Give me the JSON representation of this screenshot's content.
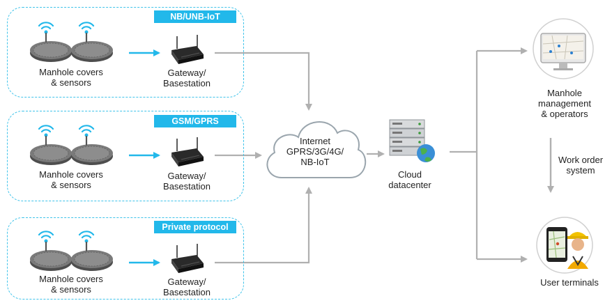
{
  "groups": [
    {
      "protocol": "NB/UNB-IoT",
      "sensors_label_1": "Manhole covers",
      "sensors_label_2": "& sensors",
      "gateway_label_1": "Gateway/",
      "gateway_label_2": "Basestation"
    },
    {
      "protocol": "GSM/GPRS",
      "sensors_label_1": "Manhole covers",
      "sensors_label_2": "& sensors",
      "gateway_label_1": "Gateway/",
      "gateway_label_2": "Basestation"
    },
    {
      "protocol": "Private protocol",
      "sensors_label_1": "Manhole covers",
      "sensors_label_2": "& sensors",
      "gateway_label_1": "Gateway/",
      "gateway_label_2": "Basestation"
    }
  ],
  "cloud": {
    "line1": "Internet",
    "line2": "GPRS/3G/4G/",
    "line3": "NB-IoT"
  },
  "datacenter": {
    "line1": "Cloud",
    "line2": "datacenter"
  },
  "management": {
    "line1": "Manhole",
    "line2": "management",
    "line3": "& operators"
  },
  "work_order": {
    "line1": "Work order",
    "line2": "system"
  },
  "terminals": {
    "line1": "User terminals"
  },
  "colors": {
    "accent": "#22b8ea",
    "dashed": "#3ec3ea",
    "arrow": "#b0b0b0",
    "cloud_stroke": "#9aa5ad"
  }
}
